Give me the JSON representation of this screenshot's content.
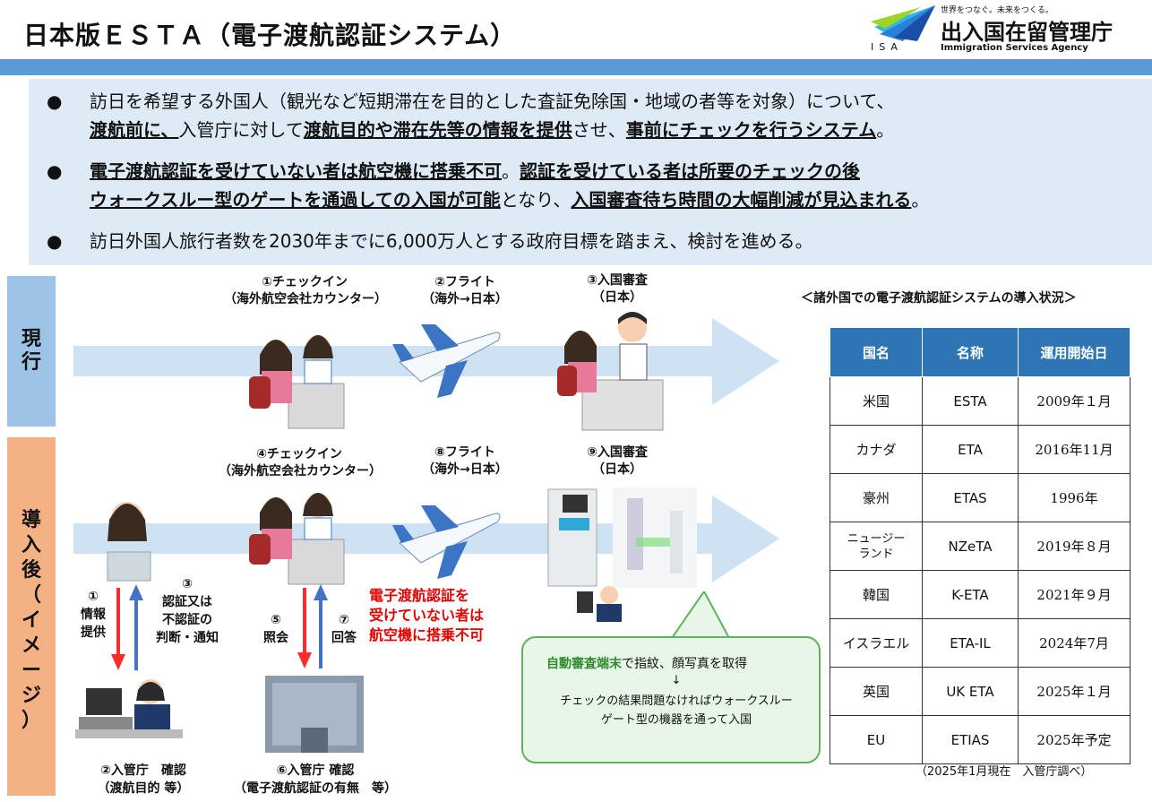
{
  "header": {
    "title": "日本版ＥＳＴＡ（電子渡航認証システム）",
    "logo_tagline": "世界をつなぐ。未来をつくる。",
    "logo_name": "出入国在留管理庁",
    "logo_en": "Immigration Services Agency",
    "logo_isa": "ISA"
  },
  "intro": {
    "bullet": "●",
    "b1_l1": "訪日を希望する外国人（観光など短期滞在を目的とした査証免除国・地域の者等を対象）について、",
    "b1_l2_a": "渡航前に、",
    "b1_l2_b": "入管庁に対して",
    "b1_l2_c": "渡航目的や滞在先等の情報を提供",
    "b1_l2_d": "させ、",
    "b1_l2_e": "事前にチェックを行うシステム",
    "b1_l2_f": "。",
    "b2_l1_a": "電子渡航認証を受けていない者は航空機に搭乗不可",
    "b2_l1_b": "。",
    "b2_l1_c": "認証を受けている者は所要のチェックの後",
    "b2_l2_a": "ウォークスルー型のゲートを通過しての入国が可能",
    "b2_l2_b": "となり、",
    "b2_l2_c": "入国審査待ち時間の大幅削減が見込まれる",
    "b2_l2_d": "。",
    "b3": "訪日外国人旅行者数を2030年までに6,000万人とする政府目標を踏まえ、検討を進める。"
  },
  "current": {
    "label_1": "現",
    "label_2": "行",
    "s1_l1": "①チェックイン",
    "s1_l2": "（海外航空会社カウンター）",
    "s2_l1": "②フライト",
    "s2_l2": "（海外→日本）",
    "s3_l1": "③入国審査",
    "s3_l2": "（日本）"
  },
  "future": {
    "label_1": "導",
    "label_2": "入",
    "label_3": "後",
    "label_4": "（",
    "label_5": "イ",
    "label_6": "メ",
    "label_7": "ー",
    "label_8": "ジ",
    "label_9": "）",
    "s4_l1": "④チェックイン",
    "s4_l2": "（海外航空会社カウンター）",
    "s8_l1": "⑧フライト",
    "s8_l2": "（海外→日本）",
    "s9_l1": "⑨入国審査",
    "s9_l2": "（日本）",
    "a1_num": "①",
    "a1_l1": "情報",
    "a1_l2": "提供",
    "a3_num": "③",
    "a3_l1": "認証又は",
    "a3_l2": "不認証の",
    "a3_l3": "判断・通知",
    "a5_num": "⑤",
    "a5_l1": "照会",
    "a7_num": "⑦",
    "a7_l1": "回答",
    "warn_l1": "電子渡航認証を",
    "warn_l2": "受けていない者は",
    "warn_l3": "航空機に搭乗不可",
    "c2_l1": "②入管庁　確認",
    "c2_l2": "（渡航目的 等）",
    "c6_l1": "⑥入管庁 確認",
    "c6_l2": "（電子渡航認証の有無　等）",
    "note_a": "自動審査端末",
    "note_b": "で指紋、顔写真を取得",
    "note_arrow": "↓",
    "note_c": "チェックの結果問題なければウォークスルー",
    "note_d": "ゲート型の機器を通って入国"
  },
  "table": {
    "title": "＜諸外国での電子渡航認証システムの導入状況＞",
    "headers": [
      "国名",
      "名称",
      "運用開始日"
    ],
    "rows": [
      [
        "米国",
        "ESTA",
        "2009年１月"
      ],
      [
        "カナダ",
        "ETA",
        "2016年11月"
      ],
      [
        "豪州",
        "ETAS",
        "1996年"
      ],
      [
        "ニュージーランド",
        "NZeTA",
        "2019年８月"
      ],
      [
        "韓国",
        "K-ETA",
        "2021年９月"
      ],
      [
        "イスラエル",
        "ETA-IL",
        "2024年7月"
      ],
      [
        "英国",
        "UK ETA",
        "2025年１月"
      ],
      [
        "EU",
        "ETIAS",
        "2025年予定"
      ]
    ],
    "note": "（2025年1月現在　入管庁調べ）"
  },
  "colors": {
    "header_bar": "#5b9bd5",
    "intro_bg": "#deebf7",
    "current_bg": "#9dc3e6",
    "future_bg": "#f4b183",
    "table_header": "#2e75b6",
    "warning": "#e60000",
    "note_border": "#5fb35f"
  }
}
